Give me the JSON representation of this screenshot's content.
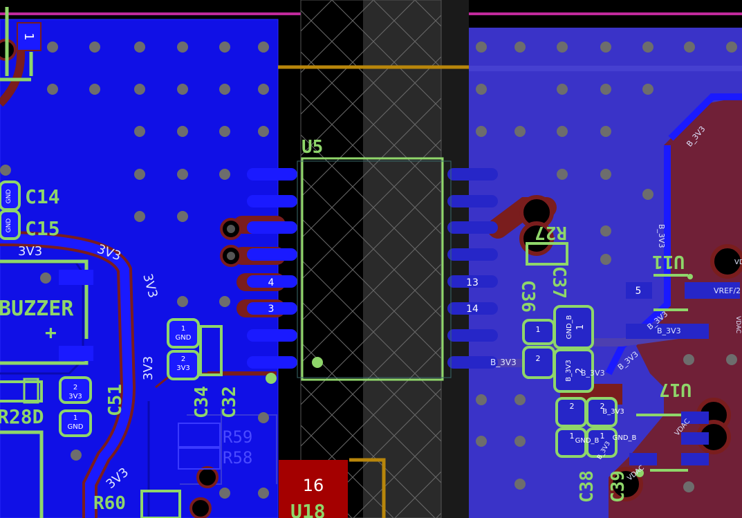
{
  "board": {
    "colors": {
      "background": "#000000",
      "copper_fill": "#1010e6",
      "copper_fill_right": "#3a33c8",
      "copper_trace": "#7a1d1d",
      "pad_blue": "#1a1aff",
      "silkscreen": "#8fd66a",
      "keepout_hatch": "#6a6a6a",
      "board_edge": "#c02a9c",
      "gold_line": "#b8860b",
      "via": "#6d6d6d",
      "red_pad": "#a40000"
    },
    "left_component_labels": [
      "1",
      "C14",
      "C15",
      "BUZZER",
      "R28D",
      "C51",
      "C34",
      "C32",
      "R59",
      "R58",
      "R60"
    ],
    "net_labels_left": [
      "3V3",
      "3V3",
      "3V3",
      "3V3",
      "3V3"
    ],
    "pad_labels_small": {
      "c14_gnd": "GND",
      "c15_gnd": "GND",
      "c34_pad1_num": "1",
      "c34_pad1_net": "GND",
      "c34_pad2_num": "2",
      "c34_pad2_net": "3V3",
      "c51_pad2_num": "2",
      "c51_pad2_net": "3V3",
      "c51_pad1_num": "1",
      "c51_pad1_net": "GND",
      "buzzer_plus": "+"
    },
    "u5": {
      "designator": "U5",
      "left_pad_numbers": [
        "4",
        "3"
      ],
      "right_pad_numbers": [
        "13",
        "14"
      ],
      "right_pad_net": "B_3V3"
    },
    "red_pad_number": "16",
    "bottom_partial_label": "U18",
    "right_component_labels": [
      "R27",
      "C37",
      "C36",
      "U11",
      "U17",
      "C38",
      "C39"
    ],
    "right_pad_labels": {
      "u11_pad5": "5",
      "vref": "VREF/2",
      "vdac": "VDAC",
      "c36_pad1": "1",
      "c36_pad2": "2",
      "c37_pad1": "1",
      "c37_pad2": "2",
      "c37_gnd": "GND_B",
      "c37_b3v3": "B_3V3",
      "c38_pad2": "2",
      "c38_pad1": "1",
      "c39_pad2": "2",
      "c39_pad1": "1",
      "c39_net2": "B_3V3",
      "c39_net1": "GND_B",
      "c38_gnd": "GND_B",
      "c38_b3v3": "B_3V3",
      "vd_small": "VD"
    },
    "net_labels_right": [
      "B_3V3",
      "B_3V3",
      "B_3V3",
      "B_3V3",
      "B_3V3",
      "B_3V3",
      "VDAC",
      "VDAC"
    ]
  }
}
